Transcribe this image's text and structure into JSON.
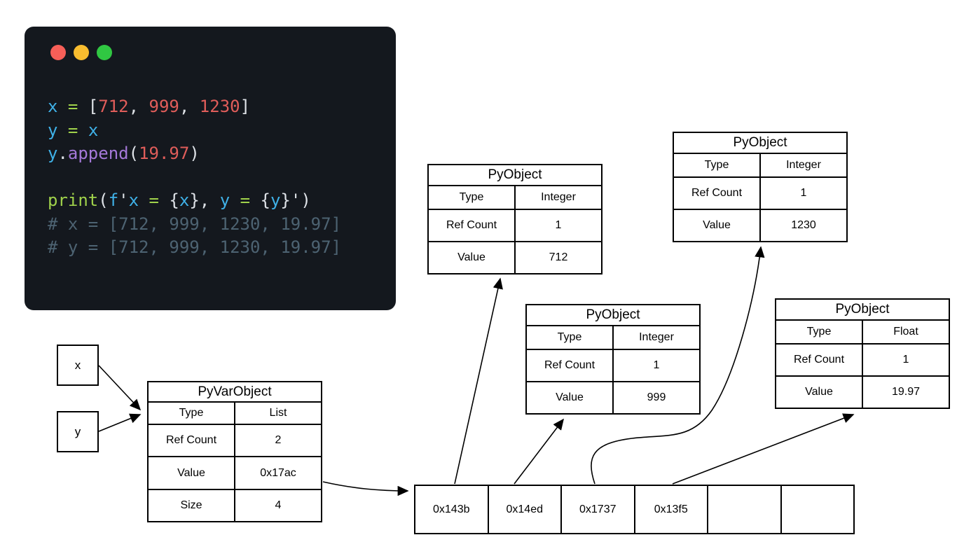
{
  "code_window": {
    "traffic_lights": [
      {
        "name": "close",
        "color": "#f75f58"
      },
      {
        "name": "minimize",
        "color": "#f9bd2f"
      },
      {
        "name": "zoom",
        "color": "#30c742"
      }
    ],
    "token_colors": {
      "plain": "#dfe3e8",
      "blue": "#3fb1e8",
      "green": "#a0d24b",
      "red": "#e05d5a",
      "purple": "#a478d8",
      "comment": "#4d6372"
    },
    "lines": [
      [
        [
          "x",
          "blue"
        ],
        [
          " ",
          "plain"
        ],
        [
          "=",
          "green"
        ],
        [
          " [",
          "plain"
        ],
        [
          "712",
          "red"
        ],
        [
          ", ",
          "plain"
        ],
        [
          "999",
          "red"
        ],
        [
          ", ",
          "plain"
        ],
        [
          "1230",
          "red"
        ],
        [
          "]",
          "plain"
        ]
      ],
      [
        [
          "y",
          "blue"
        ],
        [
          " ",
          "plain"
        ],
        [
          "=",
          "green"
        ],
        [
          " ",
          "plain"
        ],
        [
          "x",
          "blue"
        ]
      ],
      [
        [
          "y",
          "blue"
        ],
        [
          ".",
          "plain"
        ],
        [
          "append",
          "purple"
        ],
        [
          "(",
          "plain"
        ],
        [
          "19.97",
          "red"
        ],
        [
          ")",
          "plain"
        ]
      ],
      [],
      [
        [
          "print",
          "green"
        ],
        [
          "(",
          "plain"
        ],
        [
          "f",
          "blue"
        ],
        [
          "'",
          "plain"
        ],
        [
          "x",
          "blue"
        ],
        [
          " ",
          "plain"
        ],
        [
          "=",
          "green"
        ],
        [
          " ",
          "plain"
        ],
        [
          "{",
          "plain"
        ],
        [
          "x",
          "blue"
        ],
        [
          "}",
          "plain"
        ],
        [
          ", ",
          "plain"
        ],
        [
          "y",
          "blue"
        ],
        [
          " ",
          "plain"
        ],
        [
          "=",
          "green"
        ],
        [
          " ",
          "plain"
        ],
        [
          "{",
          "plain"
        ],
        [
          "y",
          "blue"
        ],
        [
          "}",
          "plain"
        ],
        [
          "'",
          "plain"
        ],
        [
          ")",
          "plain"
        ]
      ],
      [
        [
          "# x = [712, 999, 1230, 19.97]",
          "comment"
        ]
      ],
      [
        [
          "# y = [712, 999, 1230, 19.97]",
          "comment"
        ]
      ]
    ]
  },
  "tables": {
    "int712": {
      "title": "PyObject",
      "rows": [
        [
          "Type",
          "Integer"
        ],
        [
          "Ref Count",
          "1"
        ],
        [
          "Value",
          "712"
        ]
      ]
    },
    "int1230": {
      "title": "PyObject",
      "rows": [
        [
          "Type",
          "Integer"
        ],
        [
          "Ref Count",
          "1"
        ],
        [
          "Value",
          "1230"
        ]
      ]
    },
    "int999": {
      "title": "PyObject",
      "rows": [
        [
          "Type",
          "Integer"
        ],
        [
          "Ref Count",
          "1"
        ],
        [
          "Value",
          "999"
        ]
      ]
    },
    "float1997": {
      "title": "PyObject",
      "rows": [
        [
          "Type",
          "Float"
        ],
        [
          "Ref Count",
          "1"
        ],
        [
          "Value",
          "19.97"
        ]
      ]
    },
    "listobj": {
      "title": "PyVarObject",
      "rows": [
        [
          "Type",
          "List"
        ],
        [
          "Ref Count",
          "2"
        ],
        [
          "Value",
          "0x17ac"
        ],
        [
          "Size",
          "4"
        ]
      ]
    }
  },
  "variables": {
    "x": "x",
    "y": "y"
  },
  "memory_array": {
    "cells": [
      "0x143b",
      "0x14ed",
      "0x1737",
      "0x13f5",
      "",
      ""
    ]
  }
}
